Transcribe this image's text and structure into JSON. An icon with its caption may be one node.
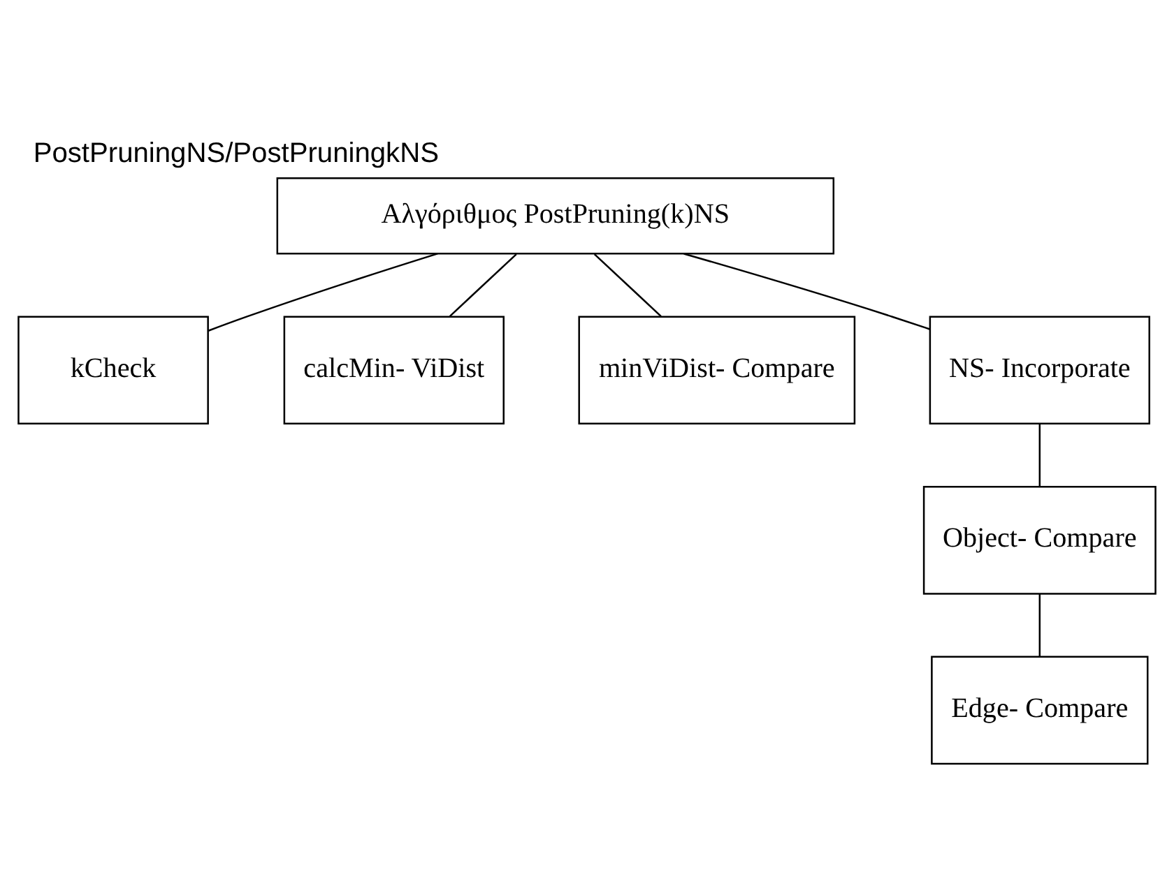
{
  "diagram": {
    "title": "PostPruningNS/PostPruningkNS",
    "nodes": [
      {
        "text": [
          "Αλγόριθμος PostPruning(k)NS"
        ]
      },
      {
        "text": [
          "kCheck"
        ]
      },
      {
        "text": [
          "calcMin- ViDist"
        ]
      },
      {
        "text": [
          "minViDist- Compare"
        ]
      },
      {
        "text": [
          "NS- Incorporate"
        ]
      },
      {
        "text": [
          "Object- Compare"
        ]
      },
      {
        "text": [
          "Edge- Compare"
        ]
      }
    ],
    "edges": [
      {
        "from": 0,
        "to": 1,
        "arrow": "none"
      },
      {
        "from": 0,
        "to": 2,
        "arrow": "none"
      },
      {
        "from": 0,
        "to": 3,
        "arrow": "none"
      },
      {
        "from": 0,
        "to": 4,
        "arrow": "none"
      },
      {
        "from": 4,
        "to": 5,
        "arrow": "none"
      },
      {
        "from": 5,
        "to": 6,
        "arrow": "none"
      }
    ]
  }
}
